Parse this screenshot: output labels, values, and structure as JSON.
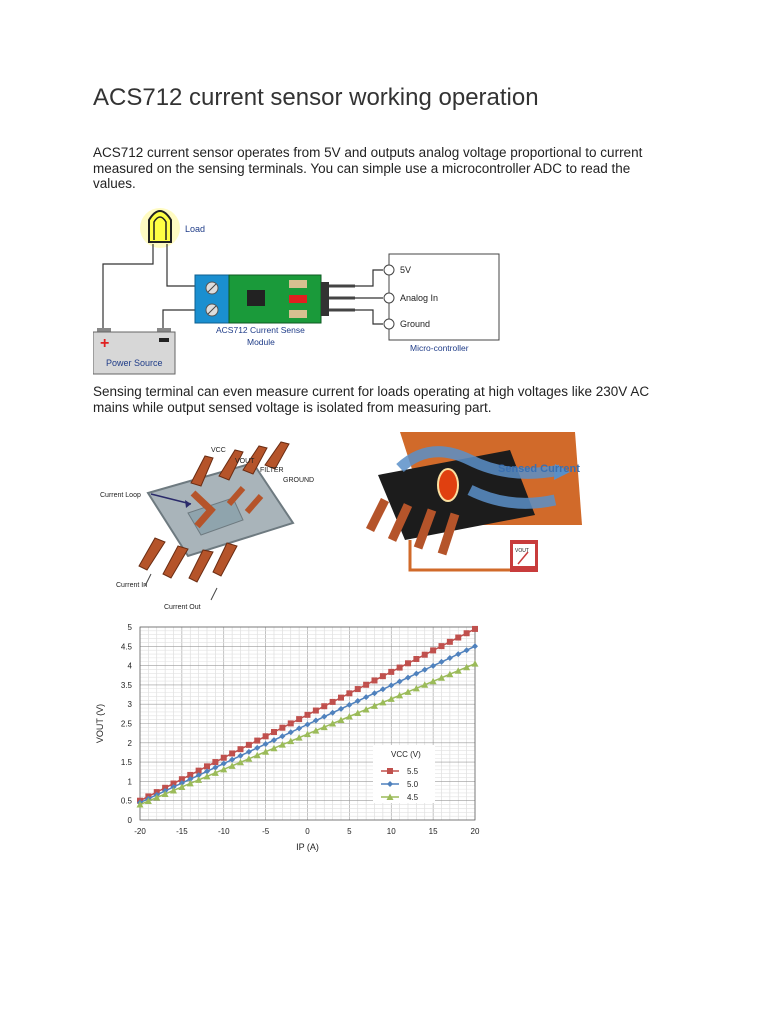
{
  "heading": "ACS712 current sensor working operation",
  "paragraph1": "ACS712 current sensor operates from 5V and outputs analog voltage proportional to current measured on the sensing terminals. You can simple use a microcontroller ADC to read the values.",
  "paragraph2": "Sensing terminal can even measure current for loads operating at high voltages like 230V AC mains while output sensed voltage is isolated from measuring part.",
  "wiring_diagram": {
    "load_label": "Load",
    "power_source_label": "Power Source",
    "module_label_line1": "ACS712 Current Sense",
    "module_label_line2": "Module",
    "mcu_label": "Micro-controller",
    "pin_5v": "5V",
    "pin_analog": "Analog In",
    "pin_ground": "Ground",
    "colors": {
      "label_text": "#1f3c88",
      "pcb": "#1a9a3a",
      "terminal": "#1a8fd0",
      "battery": "#d7d7d7"
    }
  },
  "chip_diagram": {
    "vcc": "VCC",
    "vout": "VOUT",
    "filter": "FILTER",
    "ground": "GROUND",
    "current_loop": "Current Loop",
    "current_in": "Current In",
    "current_out": "Current Out"
  },
  "sensed_diagram": {
    "sensed_current": "Sensed Current",
    "vout_meter": "VOUT"
  },
  "chart_data": {
    "type": "line",
    "title": "",
    "xlabel": "IP (A)",
    "ylabel": "VOUT (V)",
    "xlim": [
      -20,
      20
    ],
    "ylim": [
      0,
      5
    ],
    "xticks": [
      "-20",
      "-15",
      "-10",
      "-5",
      "0",
      "5",
      "10",
      "15",
      "20"
    ],
    "yticks": [
      "0",
      "0.5",
      "1",
      "1.5",
      "2",
      "2.5",
      "3",
      "3.5",
      "4",
      "4.5",
      "5"
    ],
    "grid": true,
    "legend_title": "VCC (V)",
    "legend_position": "center-right",
    "series": [
      {
        "name": "5.5",
        "color": "#c0504d",
        "marker": "square",
        "x_start": -20,
        "x_end": 20,
        "x_step": 1,
        "y_start": 0.5,
        "y_end": 4.95
      },
      {
        "name": "5.0",
        "color": "#4f81bd",
        "marker": "diamond",
        "x_start": -20,
        "x_end": 20,
        "x_step": 1,
        "y_start": 0.45,
        "y_end": 4.5
      },
      {
        "name": "4.5",
        "color": "#9bbb59",
        "marker": "triangle",
        "x_start": -20,
        "x_end": 20,
        "x_step": 1,
        "y_start": 0.4,
        "y_end": 4.05
      }
    ]
  }
}
